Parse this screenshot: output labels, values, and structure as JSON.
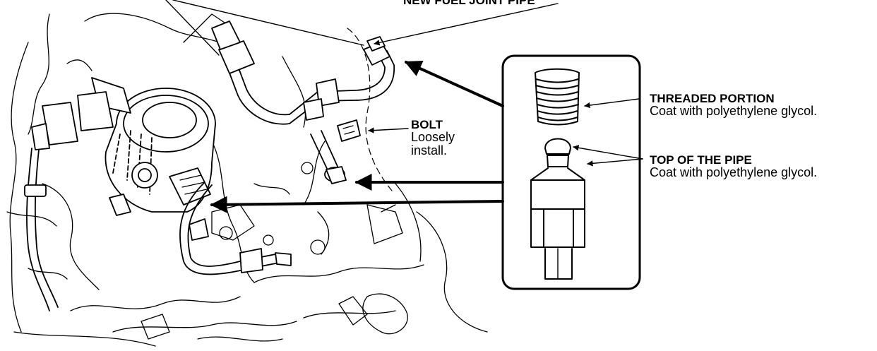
{
  "labels": {
    "new_fuel_joint_pipe": "NEW FUEL JOINT PIPE",
    "bolt": {
      "title": "BOLT",
      "line1": "Loosely",
      "line2": "install."
    },
    "threaded_portion": {
      "title": "THREADED PORTION",
      "note": "Coat with polyethylene glycol."
    },
    "top_of_pipe": {
      "title": "TOP OF THE PIPE",
      "note": "Coat with polyethylene glycol."
    }
  },
  "colors": {
    "ink": "#000000",
    "paper": "#ffffff"
  }
}
